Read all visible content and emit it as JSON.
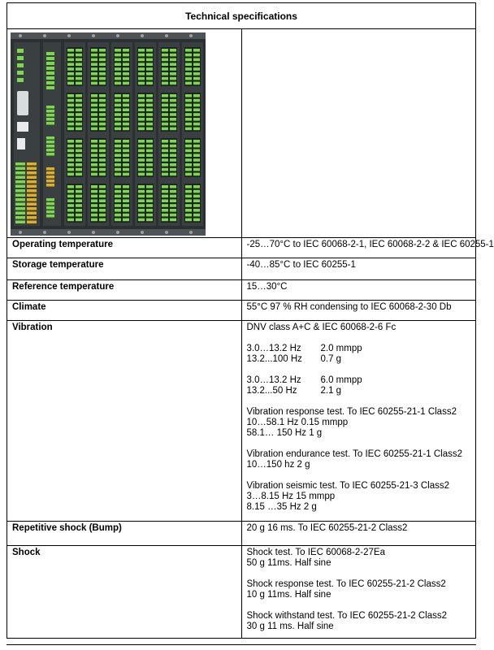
{
  "title": "Technical specifications",
  "product_image": {
    "description_icon": "io-rack-icon",
    "colors": {
      "frame": "#2b3033",
      "terminal": "#7bd94a",
      "module": "#3a3f42"
    }
  },
  "rows": [
    {
      "label": "Operating temperature",
      "paras": [
        [
          "-25…70°C to IEC 60068-2-1, IEC 60068-2-2 & IEC 60255-1"
        ]
      ]
    },
    {
      "label": "Storage temperature",
      "paras": [
        [
          "-40…85°C to IEC 60255-1"
        ]
      ]
    },
    {
      "label": "Reference temperature",
      "paras": [
        [
          "15…30°C"
        ]
      ]
    },
    {
      "label": "Climate",
      "paras": [
        [
          "55°C 97 % RH condensing to IEC 60068-2-30 Db"
        ]
      ]
    },
    {
      "label": "Vibration",
      "paras": [
        [
          "DNV class A+C & IEC 60068-2-6 Fc"
        ],
        [
          [
            "3.0…13.2 Hz",
            "2.0 mmpp"
          ],
          [
            "13.2...100 Hz",
            "0.7 g"
          ]
        ],
        [
          [
            "3.0…13.2 Hz",
            "6.0 mmpp"
          ],
          [
            "13.2...50 Hz",
            "2.1 g"
          ]
        ],
        [
          "Vibration response test. To IEC 60255-21-1 Class2",
          "10…58.1 Hz 0.15 mmpp",
          "58.1… 150 Hz 1 g"
        ],
        [
          "Vibration endurance test. To IEC 60255-21-1 Class2",
          "10…150 hz 2 g"
        ],
        [
          "Vibration seismic test. To IEC 60255-21-3 Class2",
          "3…8.15 Hz 15 mmpp",
          "8.15 …35 Hz 2 g"
        ]
      ]
    },
    {
      "label": "Repetitive shock (Bump)",
      "paras": [
        [
          "20 g 16 ms. To IEC 60255-21-2 Class2"
        ]
      ]
    },
    {
      "label": "Shock",
      "paras": [
        [
          "Shock test. To IEC 60068-2-27Ea",
          "50 g 11ms. Half sine"
        ],
        [
          "Shock response test. To IEC 60255-21-2 Class2",
          "10 g 11ms. Half sine"
        ],
        [
          "Shock withstand test. To IEC 60255-21-2 Class2",
          "30 g 11 ms. Half sine"
        ]
      ]
    }
  ]
}
